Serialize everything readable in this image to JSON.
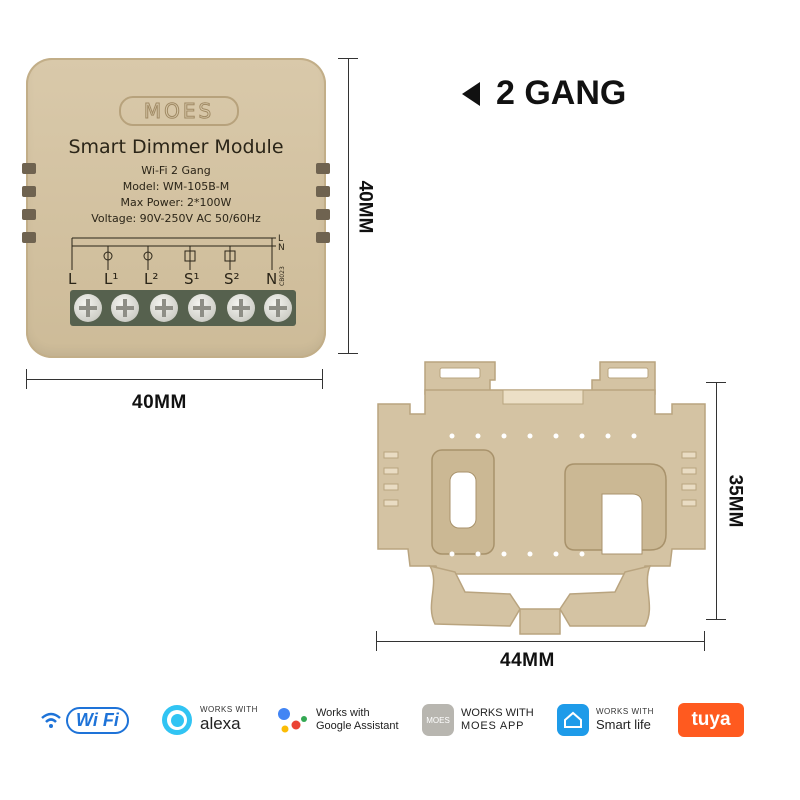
{
  "header": {
    "variant_label": "2 GANG"
  },
  "module": {
    "brand": "MOES",
    "title": "Smart Dimmer Module",
    "line1": "Wi-Fi 2 Gang",
    "line2": "Model: WM-105B-M",
    "line3": "Max Power: 2*100W",
    "line4": "Voltage: 90V-250V AC 50/60Hz",
    "schematic_L": "L",
    "schematic_N": "N",
    "terminals": [
      "L",
      "L¹",
      "L²",
      "S¹",
      "S²",
      "N"
    ],
    "side_code": "CB023"
  },
  "dimensions": {
    "module_height": "40MM",
    "module_width": "40MM",
    "bracket_height": "35MM",
    "bracket_width": "44MM"
  },
  "badges": {
    "wifi": "Wi Fi",
    "alexa_top": "WORKS WITH",
    "alexa_name": "alexa",
    "google_top": "Works with",
    "google_name": "Google Assistant",
    "moes_logo": "MOES",
    "moes_top": "WORKS WITH",
    "moes_name": "MOES APP",
    "smartlife_top": "WORKS WITH",
    "smartlife_name": "Smart life",
    "tuya": "tuya"
  },
  "colors": {
    "module_beige": "#d9c9aa",
    "terminal_green": "#56614e",
    "wifi_blue": "#1e73d8",
    "alexa_blue": "#31c4f3",
    "tuya_orange": "#ff5a1f"
  }
}
